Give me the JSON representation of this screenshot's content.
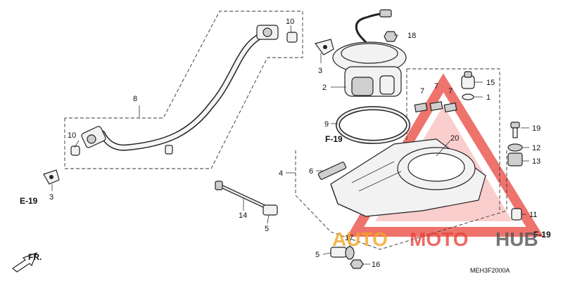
{
  "callouts": [
    {
      "label": "10"
    },
    {
      "label": "18"
    },
    {
      "label": "3"
    },
    {
      "label": "2"
    },
    {
      "label": "8"
    },
    {
      "label": "7"
    },
    {
      "label": "7"
    },
    {
      "label": "7"
    },
    {
      "label": "15"
    },
    {
      "label": "1"
    },
    {
      "label": "9"
    },
    {
      "label": "10"
    },
    {
      "label": "20"
    },
    {
      "label": "19"
    },
    {
      "label": "12"
    },
    {
      "label": "13"
    },
    {
      "label": "6"
    },
    {
      "label": "4"
    },
    {
      "label": "3"
    },
    {
      "label": "14"
    },
    {
      "label": "5"
    },
    {
      "label": "11"
    },
    {
      "label": "17"
    },
    {
      "label": "5"
    },
    {
      "label": "16"
    }
  ],
  "refs": {
    "f19_top": "F-19",
    "e19": "E-19",
    "f19_right": "F-19"
  },
  "front_arrow": "FR.",
  "diagram_code": "MEH3F2000A",
  "watermark": {
    "part1": "AUTO",
    "part2": "MOTO",
    "part3": "HUB",
    "color_orange": "#f5a623",
    "color_red": "#e8453c",
    "color_dark": "#555555"
  }
}
